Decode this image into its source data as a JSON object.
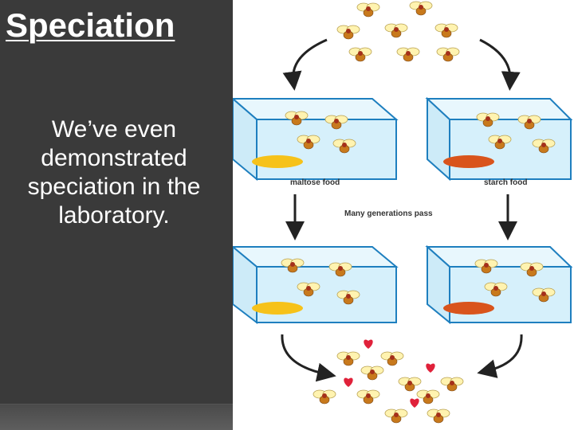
{
  "slide": {
    "title": "Speciation",
    "body": "We’ve even demonstrated speciation in the laboratory."
  },
  "diagram": {
    "left_label": "maltose food",
    "right_label": "starch food",
    "middle_label": "Many generations pass"
  },
  "colors": {
    "panel_bg": "#3a3a3a",
    "fly_body": "#c8791c",
    "fly_wing": "#fff3b0",
    "maltose_food": "#f6c21a",
    "starch_food": "#d9541c",
    "heart": "#e0213a",
    "tank_edge": "#1e7fbf",
    "tank_fill": "#d6f0fb"
  }
}
